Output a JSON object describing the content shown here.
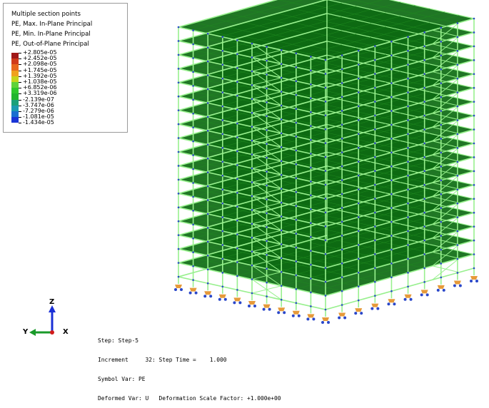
{
  "legend": {
    "titles": [
      "Multiple section points",
      "PE, Max. In-Plane Principal",
      "PE, Min. In-Plane Principal",
      "PE, Out-of-Plane Principal"
    ],
    "scale": [
      {
        "label": "+2.805e-05",
        "color": "#a01818"
      },
      {
        "label": "+2.452e-05",
        "color": "#d13a1a"
      },
      {
        "label": "+2.098e-05",
        "color": "#e8671c"
      },
      {
        "label": "+1.745e-05",
        "color": "#f0a21e"
      },
      {
        "label": "+1.392e-05",
        "color": "#c7d51c"
      },
      {
        "label": "+1.038e-05",
        "color": "#5fd23a"
      },
      {
        "label": "+6.852e-06",
        "color": "#2fc72c"
      },
      {
        "label": "+3.319e-06",
        "color": "#22b52e"
      },
      {
        "label": "-2.139e-07",
        "color": "#1aa07a"
      },
      {
        "label": "-3.747e-06",
        "color": "#1b9ab0"
      },
      {
        "label": "-7.279e-06",
        "color": "#1a6fd0"
      },
      {
        "label": "-1.081e-05",
        "color": "#1a35d6"
      },
      {
        "label": "-1.434e-05",
        "color": null
      }
    ]
  },
  "triad": {
    "z": "Z",
    "y": "Y",
    "x": "X"
  },
  "step_info": {
    "line1": "Step: Step-5",
    "line2": "Increment     32: Step Time =    1.000",
    "line3": "Symbol Var: PE",
    "line4": "Deformed Var: U   Deformation Scale Factor: +1.000e+00"
  },
  "colors": {
    "frame": "#98f08e",
    "slab": "#0d6a12",
    "slab_grid": "#1f8a1f",
    "node": "#2a47c9",
    "support": "#e69a3a"
  }
}
